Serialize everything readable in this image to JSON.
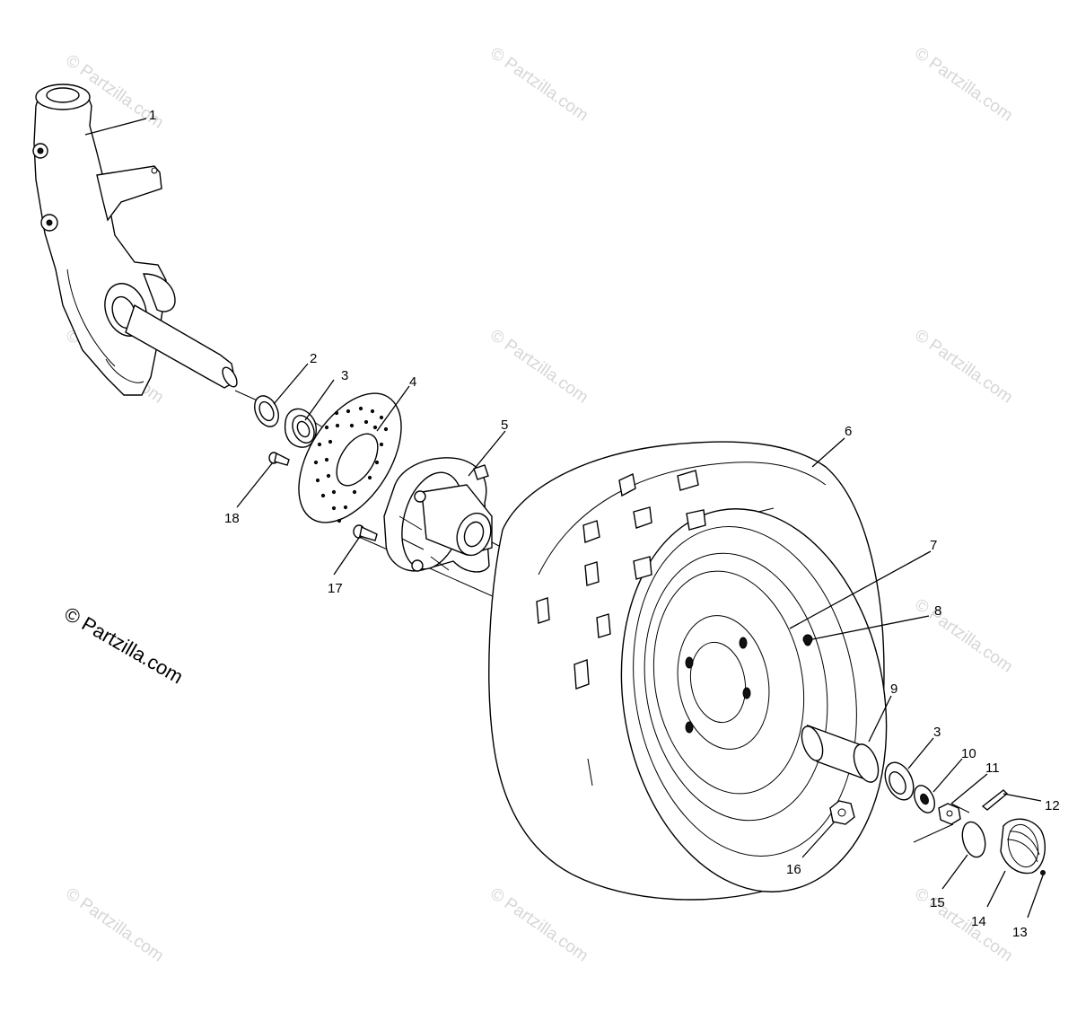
{
  "watermark": "© Partzilla.com",
  "credit": "© Partzilla.com",
  "callouts": [
    "1",
    "2",
    "3",
    "4",
    "5",
    "18",
    "17",
    "6",
    "7",
    "8",
    "9",
    "3",
    "10",
    "11",
    "12",
    "16",
    "15",
    "14",
    "13"
  ]
}
